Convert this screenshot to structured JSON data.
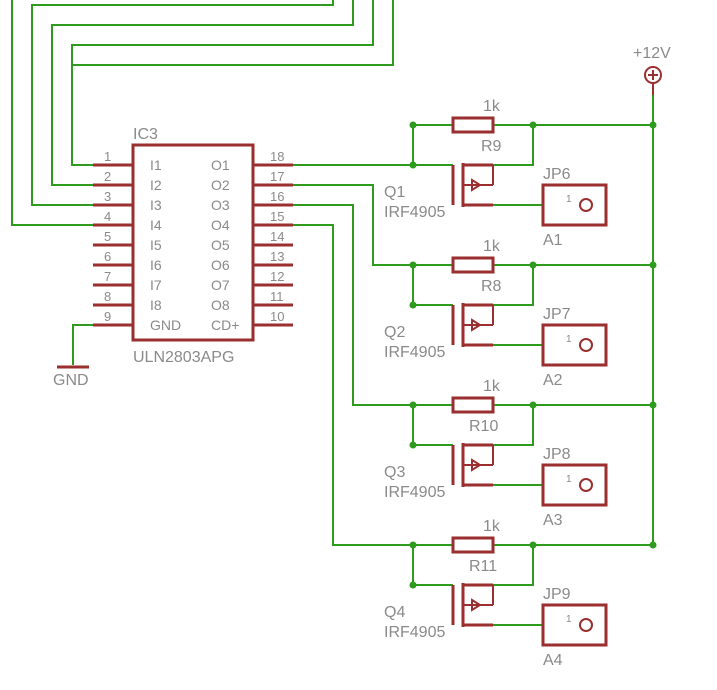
{
  "ic": {
    "ref": "IC3",
    "value": "ULN2803APG",
    "left_pins": [
      {
        "num": "1",
        "name": "I1"
      },
      {
        "num": "2",
        "name": "I2"
      },
      {
        "num": "3",
        "name": "I3"
      },
      {
        "num": "4",
        "name": "I4"
      },
      {
        "num": "5",
        "name": "I5"
      },
      {
        "num": "6",
        "name": "I6"
      },
      {
        "num": "7",
        "name": "I7"
      },
      {
        "num": "8",
        "name": "I8"
      },
      {
        "num": "9",
        "name": "GND"
      }
    ],
    "right_pins": [
      {
        "num": "18",
        "name": "O1"
      },
      {
        "num": "17",
        "name": "O2"
      },
      {
        "num": "16",
        "name": "O3"
      },
      {
        "num": "15",
        "name": "O4"
      },
      {
        "num": "14",
        "name": "O5"
      },
      {
        "num": "13",
        "name": "O6"
      },
      {
        "num": "12",
        "name": "O7"
      },
      {
        "num": "11",
        "name": "O8"
      },
      {
        "num": "10",
        "name": "CD+"
      }
    ]
  },
  "power": {
    "label": "+12V"
  },
  "ground": {
    "label": "GND"
  },
  "channels": [
    {
      "res_ref": "R9",
      "res_value": "1k",
      "q_ref": "Q1",
      "q_value": "IRF4905",
      "jp_ref": "JP6",
      "jp_pin": "1",
      "out_label": "A1"
    },
    {
      "res_ref": "R8",
      "res_value": "1k",
      "q_ref": "Q2",
      "q_value": "IRF4905",
      "jp_ref": "JP7",
      "jp_pin": "1",
      "out_label": "A2"
    },
    {
      "res_ref": "R10",
      "res_value": "1k",
      "q_ref": "Q3",
      "q_value": "IRF4905",
      "jp_ref": "JP8",
      "jp_pin": "1",
      "out_label": "A3"
    },
    {
      "res_ref": "R11",
      "res_value": "1k",
      "q_ref": "Q4",
      "q_value": "IRF4905",
      "jp_ref": "JP9",
      "jp_pin": "1",
      "out_label": "A4"
    }
  ]
}
